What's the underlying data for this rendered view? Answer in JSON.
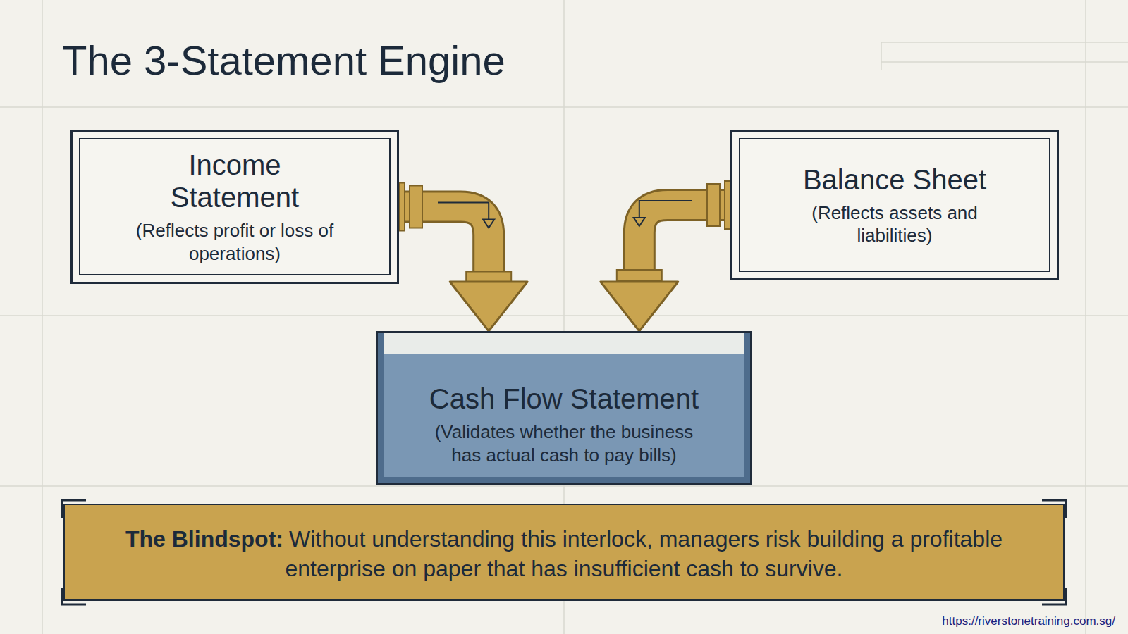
{
  "diagram": {
    "title": "The 3-Statement Engine",
    "nodes": [
      {
        "text": [
          "Income Statement",
          "(Reflects profit or loss of operations)"
        ]
      },
      {
        "text": [
          "Balance Sheet",
          "(Reflects assets and liabilities)"
        ]
      },
      {
        "text": [
          "Cash Flow Statement",
          "(Validates whether the business has actual cash to pay bills)"
        ]
      },
      {
        "text": [
          "The Blindspot:",
          "Without understanding this interlock, managers risk building a profitable enterprise on paper that has insufficient cash to survive."
        ]
      }
    ],
    "edges": [
      {
        "from": 0,
        "to": 2,
        "arrow": "to"
      },
      {
        "from": 1,
        "to": 2,
        "arrow": "to"
      }
    ],
    "labels": [
      "https://riverstonetraining.com.sg/"
    ]
  }
}
